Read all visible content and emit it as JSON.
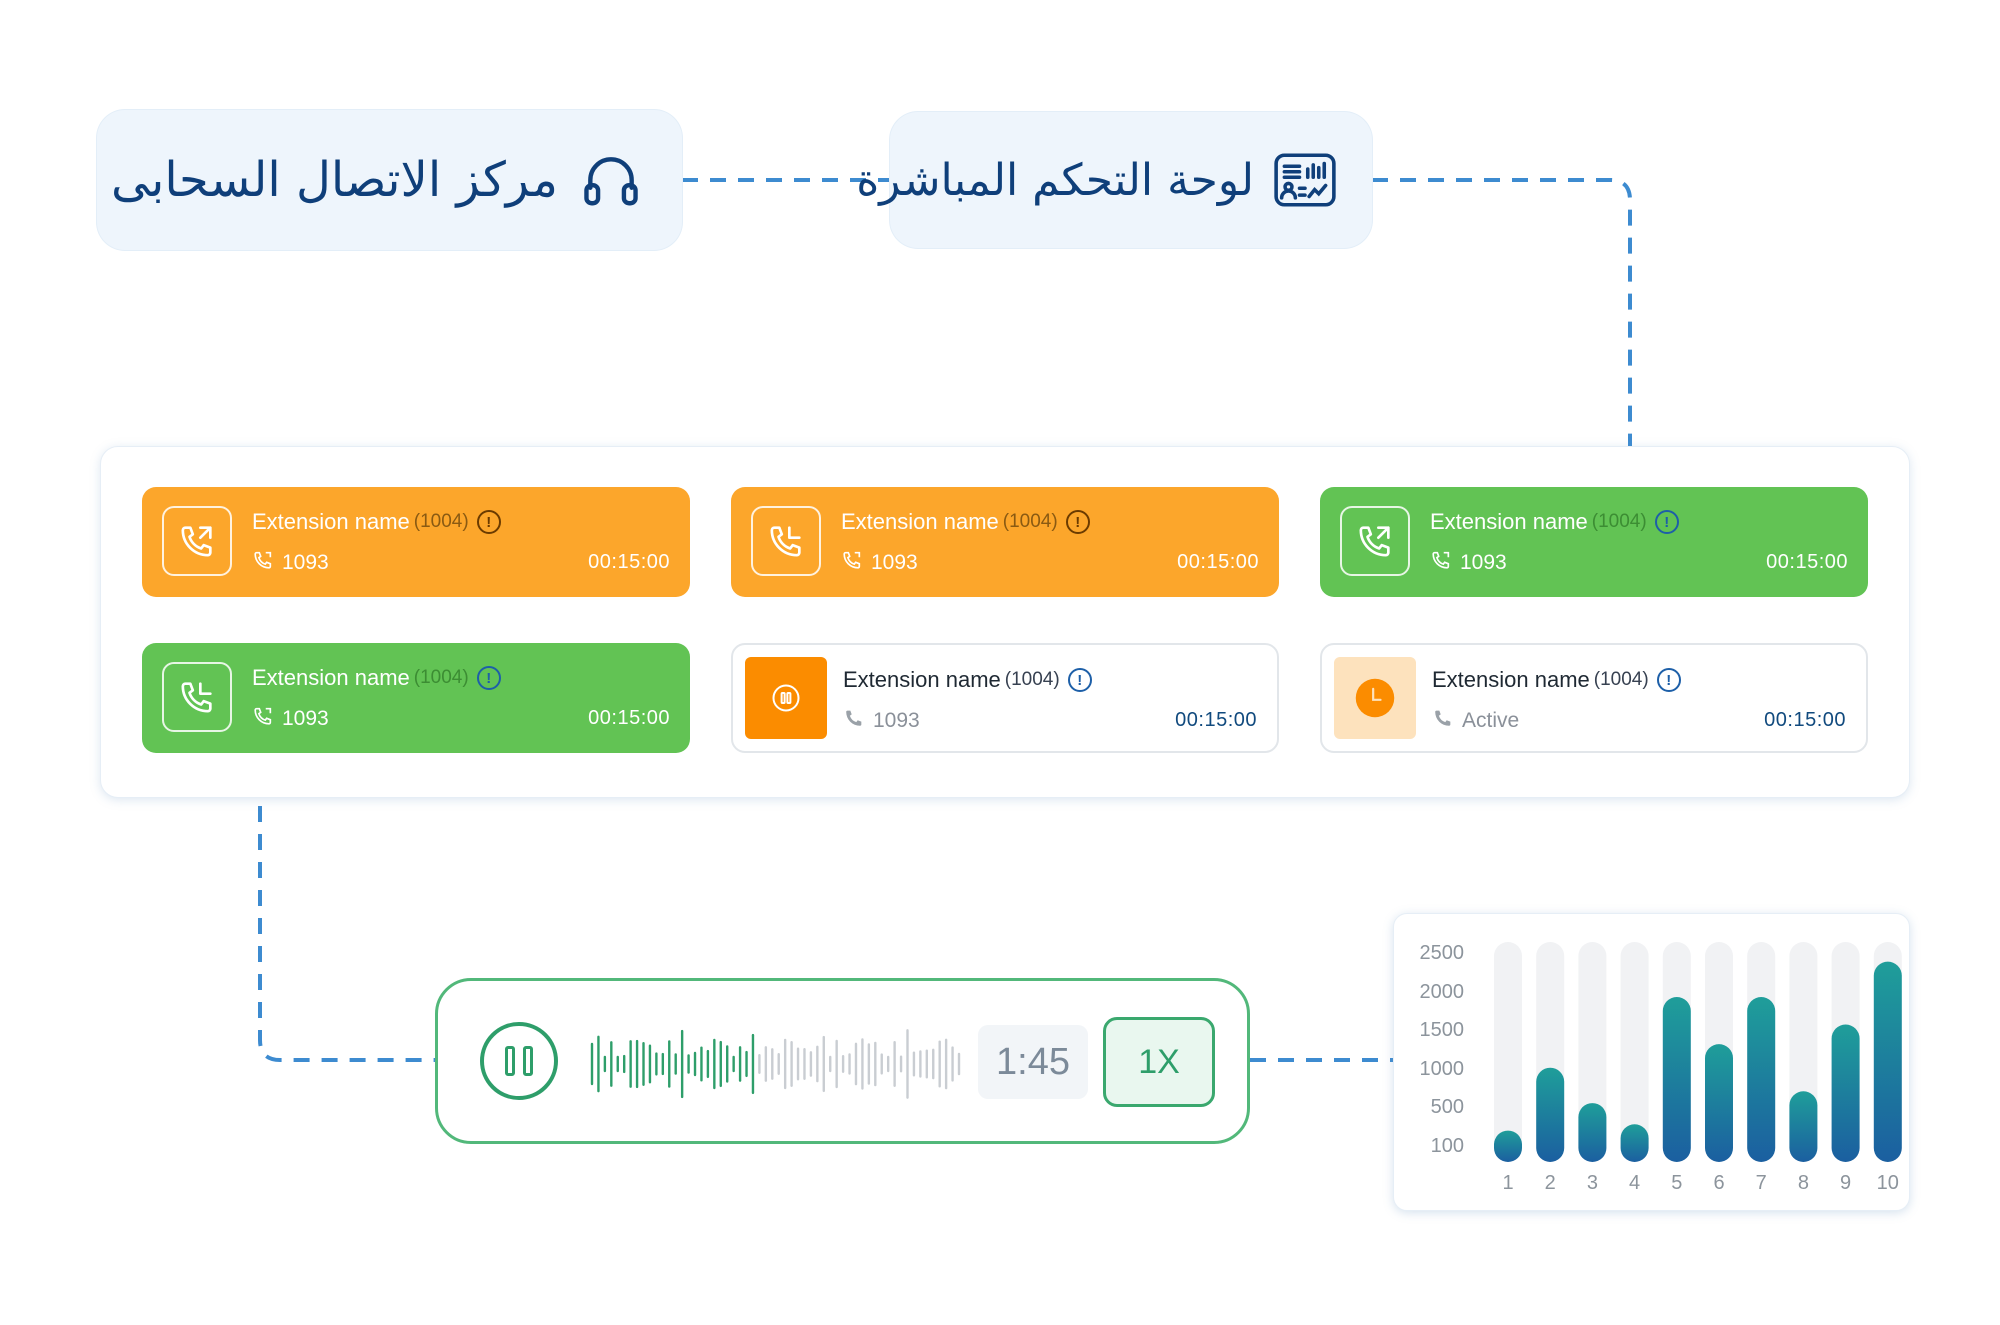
{
  "header": {
    "cloud_contact_center": "مركز الاتصال السحابى",
    "live_dashboard": "لوحة التحكم المباشرة"
  },
  "extensions": [
    {
      "variant": "orange",
      "icon": "phone-incoming-icon",
      "name": "Extension name",
      "number": "(1004)",
      "caller": "1093",
      "time": "00:15:00"
    },
    {
      "variant": "orange",
      "icon": "phone-outgoing-icon",
      "name": "Extension name",
      "number": "(1004)",
      "caller": "1093",
      "time": "00:15:00"
    },
    {
      "variant": "green",
      "icon": "phone-incoming-icon",
      "name": "Extension name",
      "number": "(1004)",
      "caller": "1093",
      "time": "00:15:00"
    },
    {
      "variant": "green",
      "icon": "phone-outgoing-icon",
      "name": "Extension name",
      "number": "(1004)",
      "caller": "1093",
      "time": "00:15:00"
    },
    {
      "variant": "white-hold",
      "icon": "pause-icon",
      "name": "Extension name",
      "number": "(1004)",
      "caller": "1093",
      "time": "00:15:00"
    },
    {
      "variant": "white-clock",
      "icon": "clock-icon",
      "name": "Extension name",
      "number": "(1004)",
      "caller": "Active",
      "time": "00:15:00"
    }
  ],
  "player": {
    "time": "1:45",
    "speed": "1X",
    "progress": 0.45
  },
  "chart_data": {
    "type": "bar",
    "categories": [
      "1",
      "2",
      "3",
      "4",
      "5",
      "6",
      "7",
      "8",
      "9",
      "10"
    ],
    "values": [
      400,
      1200,
      750,
      480,
      2100,
      1500,
      2100,
      900,
      1750,
      2550
    ],
    "y_ticks": [
      "2500",
      "2000",
      "1500",
      "1000",
      "500",
      "100"
    ],
    "ylim": [
      0,
      2800
    ],
    "grid": false,
    "colors": {
      "bar_top": "#1f9e9a",
      "bar_bottom": "#1b5fa0",
      "track": "#f1f2f4"
    }
  }
}
